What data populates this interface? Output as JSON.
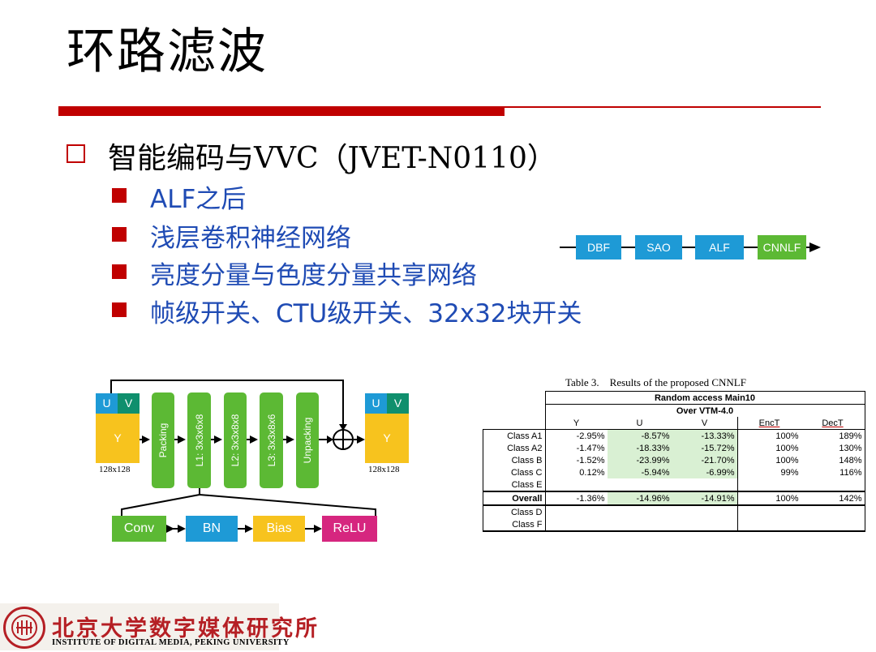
{
  "slide": {
    "title": "环路滤波",
    "main_bullet": "智能编码与VVC（JVET-N0110）",
    "sub_bullets": [
      "ALF之后",
      "浅层卷积神经网络",
      "亮度分量与色度分量共享网络",
      "帧级开关、CTU级开关、32x32块开关"
    ]
  },
  "pipeline": [
    "DBF",
    "SAO",
    "ALF",
    "CNNLF"
  ],
  "network": {
    "input_u": "U",
    "input_v": "V",
    "input_y": "Y",
    "input_size": "128x128",
    "layers": [
      "Packing",
      "L1: 3x3x6x8",
      "L2: 3x3x8x8",
      "L3: 3x3x8x6",
      "Unpacking"
    ],
    "output_u": "U",
    "output_v": "V",
    "output_y": "Y",
    "output_size": "128x128",
    "ops": [
      "Conv",
      "BN",
      "Bias",
      "ReLU"
    ],
    "colors": {
      "blue": "#1e9ad6",
      "green": "#5cb934",
      "yellow": "#f7c31e",
      "magenta": "#d6267f"
    }
  },
  "table": {
    "caption": "Table 3.    Results of the proposed CNNLF",
    "header1": "Random access Main10",
    "header2": "Over VTM-4.0",
    "columns": [
      "Y",
      "U",
      "V",
      "EncT",
      "DecT"
    ],
    "rows": [
      {
        "label": "Class A1",
        "values": [
          "-2.95%",
          "-8.57%",
          "-13.33%",
          "100%",
          "189%"
        ]
      },
      {
        "label": "Class A2",
        "values": [
          "-1.47%",
          "-18.33%",
          "-15.72%",
          "100%",
          "130%"
        ]
      },
      {
        "label": "Class B",
        "values": [
          "-1.52%",
          "-23.99%",
          "-21.70%",
          "100%",
          "148%"
        ]
      },
      {
        "label": "Class C",
        "values": [
          "0.12%",
          "-5.94%",
          "-6.99%",
          "99%",
          "116%"
        ]
      },
      {
        "label": "Class E",
        "values": [
          "",
          "",
          "",
          "",
          ""
        ]
      }
    ],
    "overall": {
      "label": "Overall",
      "values": [
        "-1.36%",
        "-14.96%",
        "-14.91%",
        "100%",
        "142%"
      ]
    },
    "extra_rows": [
      {
        "label": "Class D",
        "values": [
          "",
          "",
          "",
          "",
          ""
        ]
      },
      {
        "label": "Class F",
        "values": [
          "",
          "",
          "",
          "",
          ""
        ]
      }
    ]
  },
  "footer": {
    "name_cn": "北京大学数字媒体研究所",
    "name_en": "INSTITUTE OF DIGITAL MEDIA, PEKING UNIVERSITY"
  }
}
